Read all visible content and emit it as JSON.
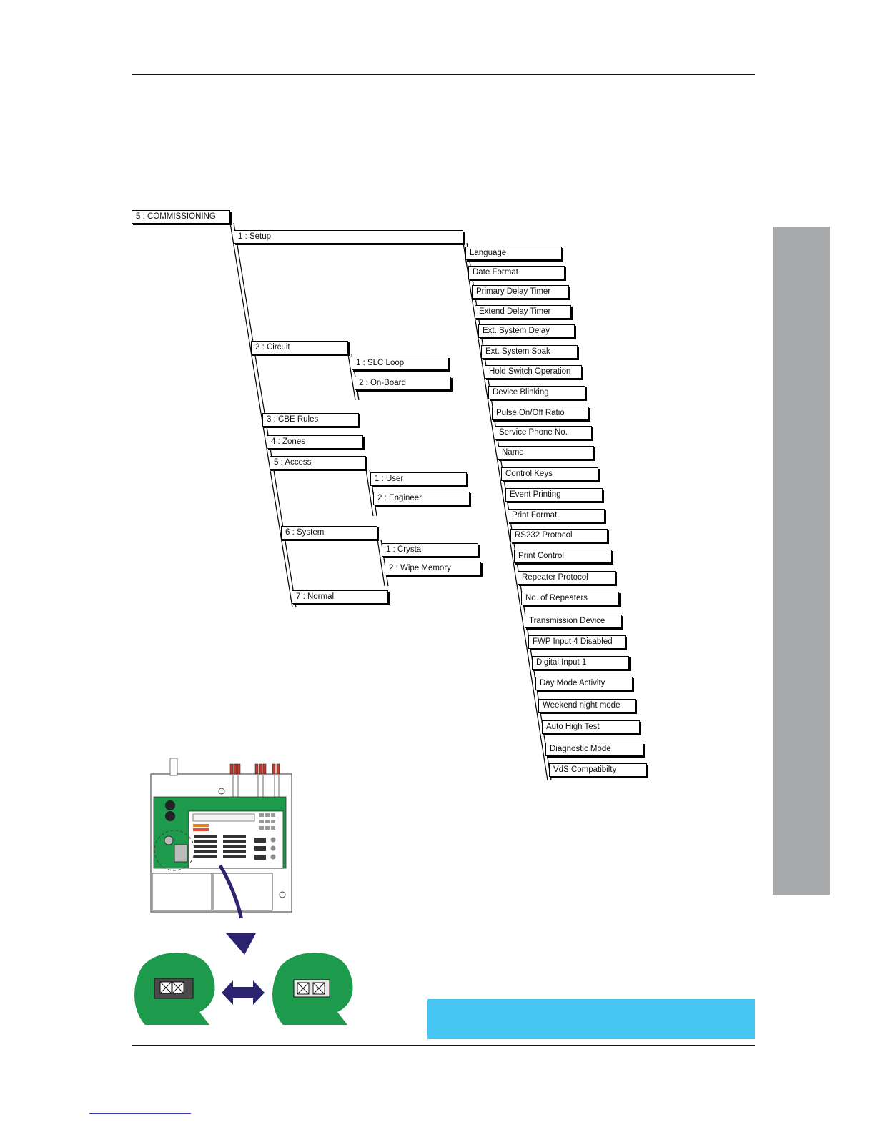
{
  "menu": {
    "root": "5 : COMMISSIONING",
    "setup": "1 : Setup",
    "circuit": "2 : Circuit",
    "circuit_items": [
      "1 : SLC Loop",
      "2 : On-Board"
    ],
    "cbe_rules": "3 : CBE Rules",
    "zones": "4 : Zones",
    "access": "5 : Access",
    "access_items": [
      "1 : User",
      "2 : Engineer"
    ],
    "system": "6 : System",
    "system_items": [
      "1 : Crystal",
      "2 : Wipe Memory"
    ],
    "normal": "7 : Normal",
    "setup_items": [
      "Language",
      "Date Format",
      "Primary Delay Timer",
      "Extend Delay Timer",
      "Ext. System Delay",
      "Ext. System Soak",
      "Hold Switch Operation",
      "Device Blinking",
      "Pulse On/Off Ratio",
      "Service Phone No.",
      "Name",
      "Control Keys",
      "Event Printing",
      "Print Format",
      "RS232 Protocol",
      "Print Control",
      "Repeater Protocol",
      "No. of Repeaters",
      "Transmission Device",
      "FWP Input 4 Disabled",
      "Digital Input 1",
      "Day Mode Activity",
      "Weekend night mode",
      "Auto High Test",
      "Diagnostic Mode",
      "VdS Compatibilty"
    ]
  },
  "colors": {
    "sidebar_tab": "#a8a9ab",
    "info_box": "#45c6f3",
    "board_green": "#1e9a4c",
    "arrow_navy": "#2b2270"
  }
}
